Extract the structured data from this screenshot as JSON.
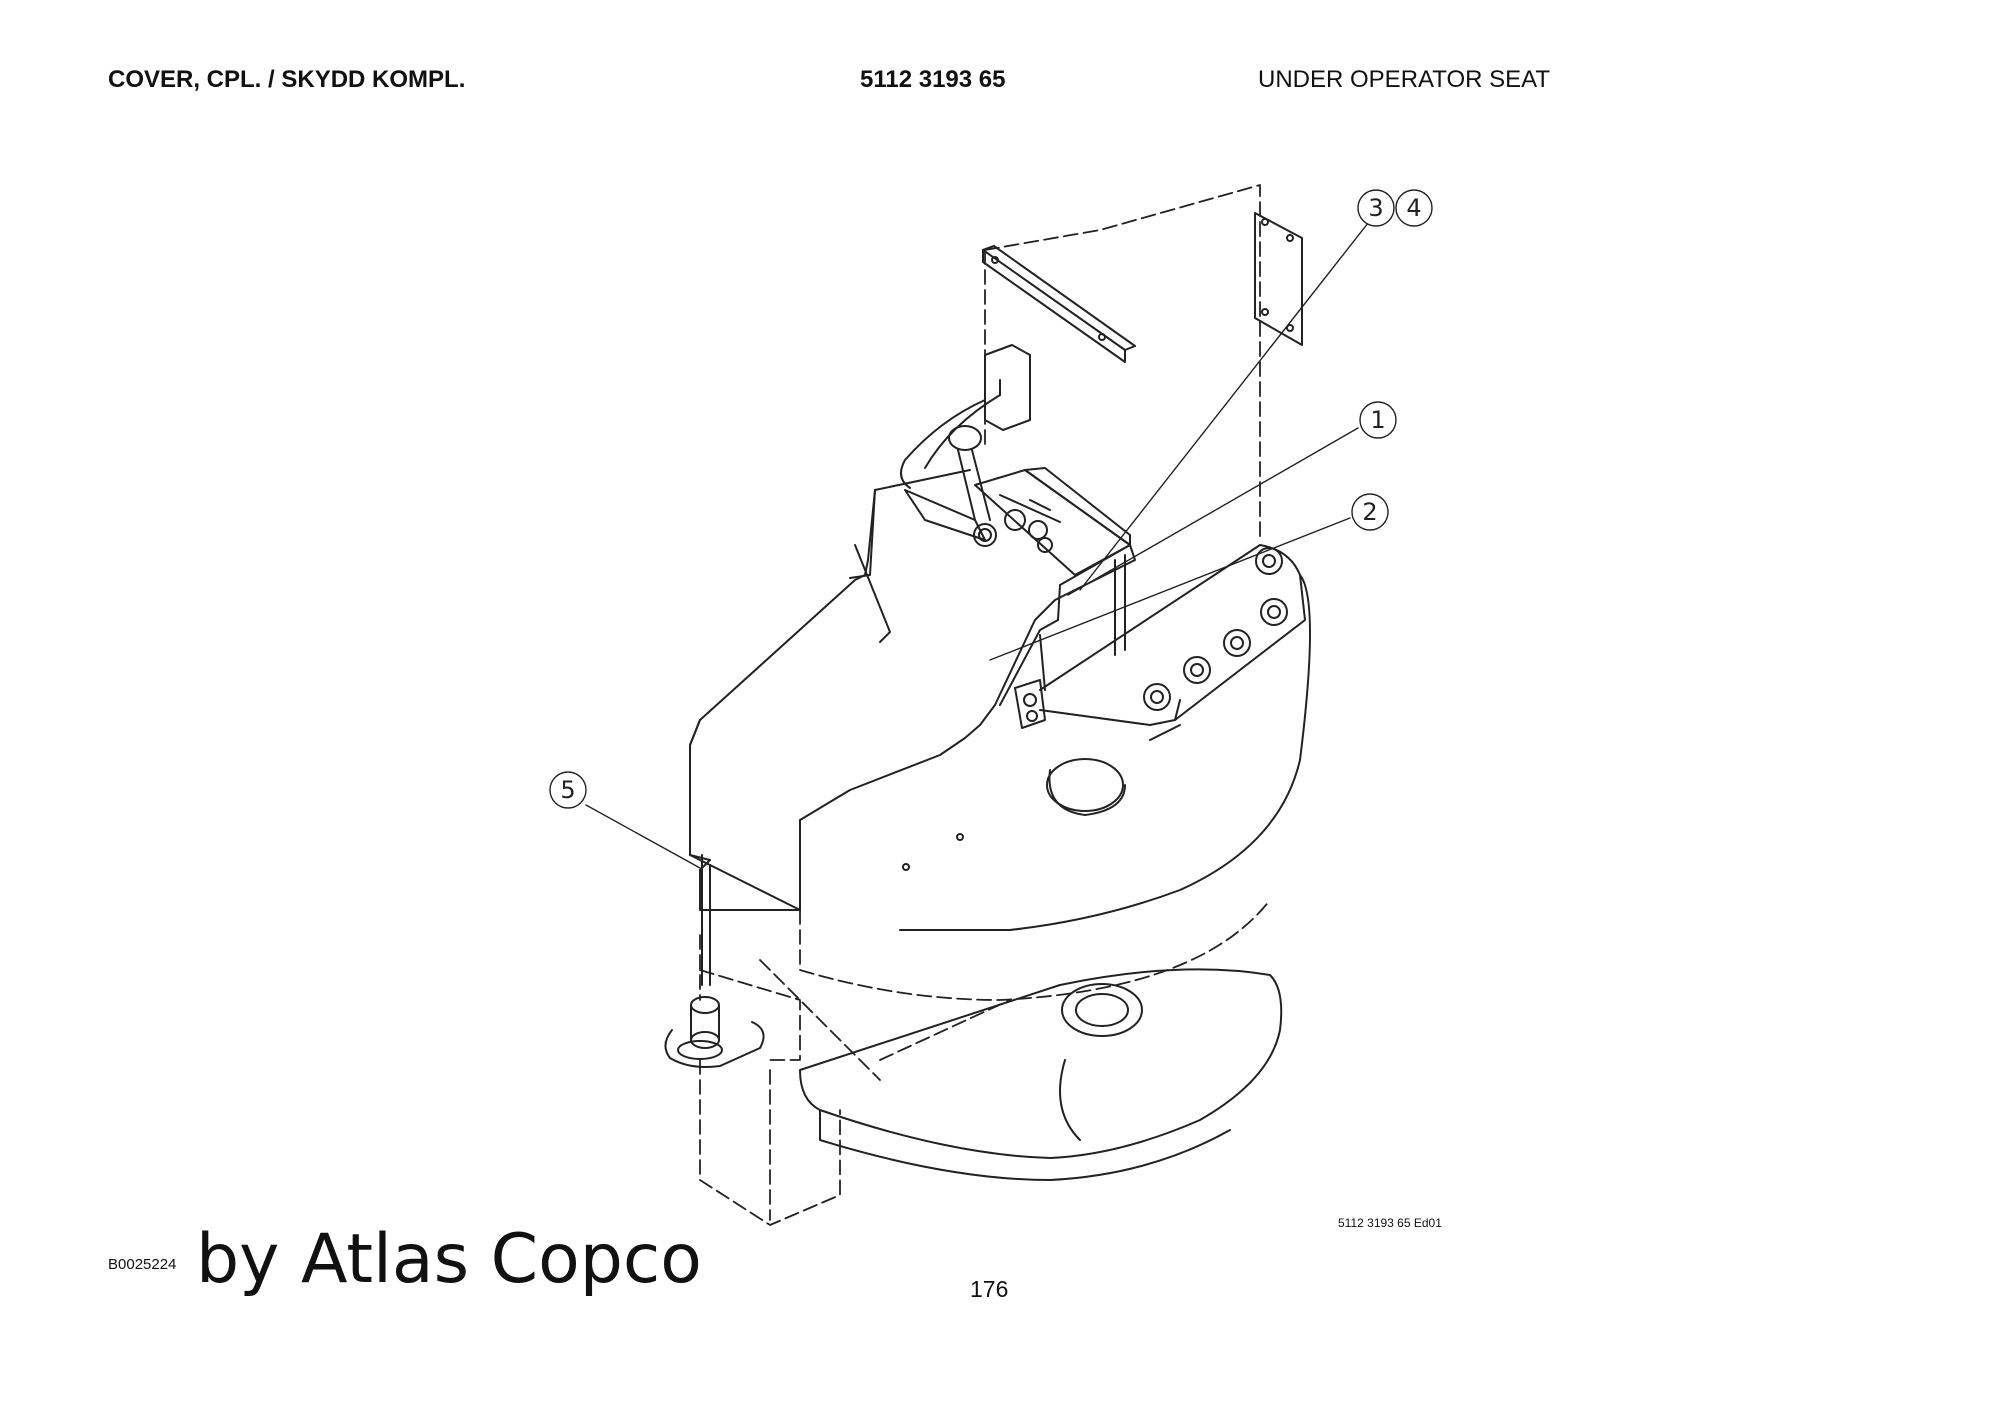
{
  "header": {
    "title": "COVER, CPL. / SKYDD KOMPL.",
    "part_number": "5112 3193 65",
    "location": "UNDER OPERATOR SEAT"
  },
  "callouts": [
    "1",
    "2",
    "3",
    "4",
    "5"
  ],
  "drawing_ref": "5112 3193 65 Ed01",
  "image_id": "B0025224",
  "watermark": "by Atlas Copco",
  "page_number": "176"
}
